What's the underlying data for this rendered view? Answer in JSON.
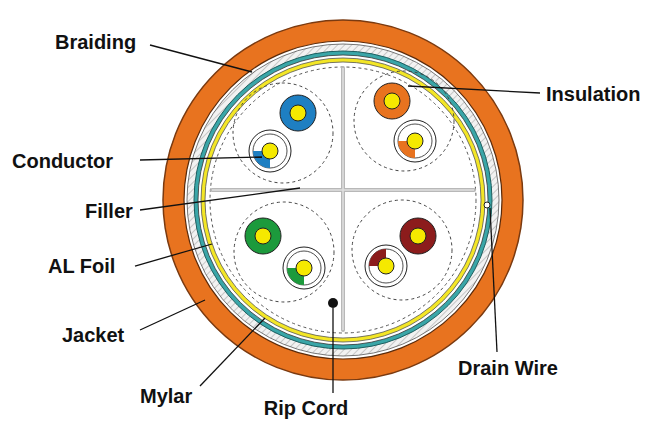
{
  "diagram": {
    "labels": [
      "Braiding",
      "Insulation",
      "Conductor",
      "Filler",
      "AL Foil",
      "Jacket",
      "Drain Wire",
      "Mylar",
      "Rip Cord"
    ]
  }
}
